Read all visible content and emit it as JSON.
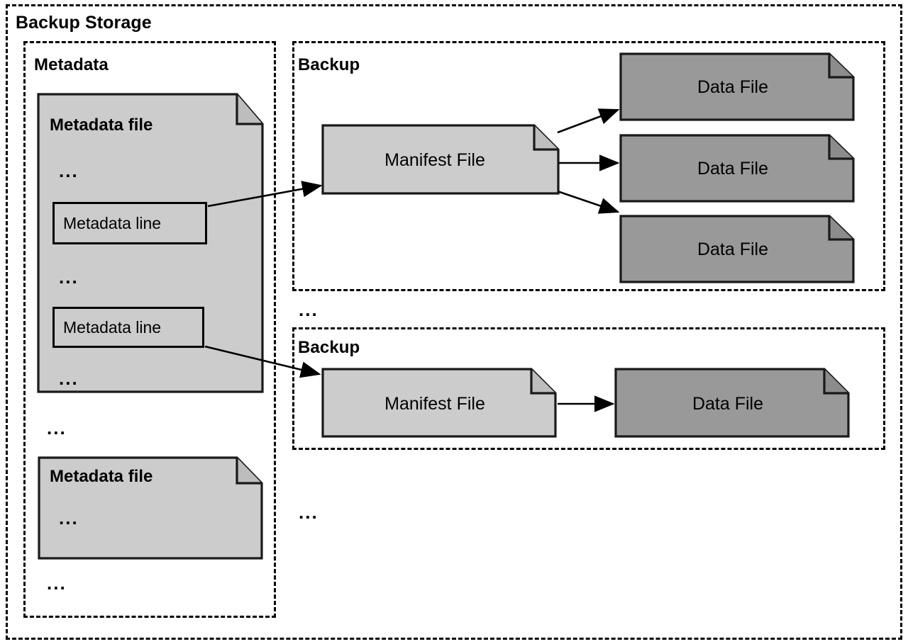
{
  "diagram": {
    "title": "Backup Storage",
    "type": "architecture-block-diagram"
  },
  "outer_container": {
    "label": "Backup Storage"
  },
  "metadata_panel": {
    "label": "Metadata",
    "files": [
      {
        "name": "metadata-file-1",
        "title": "Metadata file",
        "ellipsis_top": "...",
        "lines": [
          {
            "label": "Metadata line"
          },
          {
            "label": "Metadata line"
          }
        ],
        "ellipsis_mid": "...",
        "ellipsis_bottom": "..."
      },
      {
        "name": "metadata-file-2",
        "title": "Metadata file",
        "ellipsis_inner": "..."
      }
    ],
    "ellipsis_between_files": "...",
    "ellipsis_after_files": "..."
  },
  "backups": [
    {
      "label": "Backup",
      "manifest": {
        "title": "Manifest File"
      },
      "data_files": [
        {
          "title": "Data File"
        },
        {
          "title": "Data File"
        },
        {
          "title": "Data File"
        }
      ]
    },
    {
      "label": "Backup",
      "manifest": {
        "title": "Manifest File"
      },
      "data_files": [
        {
          "title": "Data File"
        }
      ]
    }
  ],
  "backup_column": {
    "ellipsis_between_backups": "...",
    "ellipsis_after_backups": "..."
  },
  "colors": {
    "background": "#ffffff",
    "stroke": "#000000",
    "manifest_fill": "#cccccc",
    "metadata_fill": "#cccccc",
    "data_file_fill": "#999999",
    "fold_fill": "#bdbdbd"
  }
}
